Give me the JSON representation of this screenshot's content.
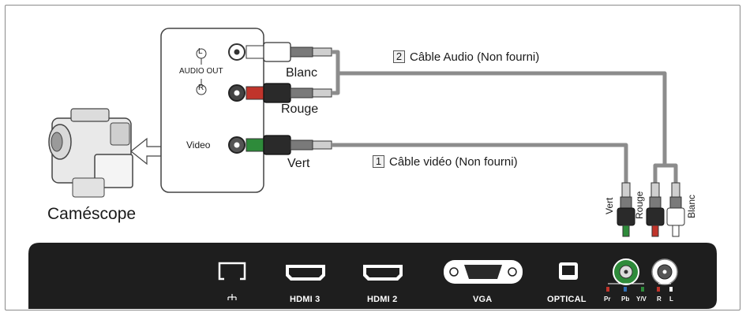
{
  "camcorder": {
    "label": "Caméscope",
    "panel": {
      "audio_left": "L",
      "audio_out": "AUDIO OUT",
      "audio_right": "R",
      "video": "Video"
    }
  },
  "connectors": {
    "white": "Blanc",
    "red": "Rouge",
    "green": "Vert"
  },
  "cables": [
    {
      "number": "2",
      "label": "Câble Audio (Non fourni)"
    },
    {
      "number": "1",
      "label": "Câble vidéo (Non fourni)"
    }
  ],
  "vertical_labels": {
    "green": "Vert",
    "red": "Rouge",
    "white": "Blanc"
  },
  "tv_panel": {
    "ports": [
      "HDMI 3",
      "HDMI 2",
      "VGA",
      "OPTICAL"
    ],
    "component": [
      "Pr",
      "Pb",
      "Y/V"
    ],
    "audio": [
      "R",
      "L"
    ]
  },
  "colors": {
    "panel": "#1e1e1e",
    "cable": "#8c8c8c",
    "green": "#2e8b3a",
    "red": "#c0342b",
    "blue": "#2f6fb5"
  }
}
